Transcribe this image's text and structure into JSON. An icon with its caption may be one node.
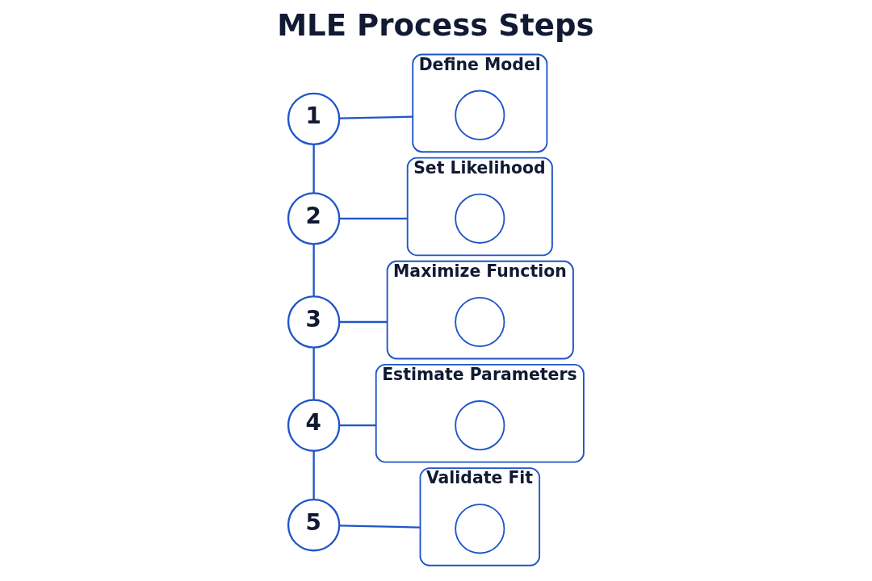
{
  "diagram": {
    "title": "MLE Process Steps",
    "nodes": [
      {
        "text": [
          "1"
        ]
      },
      {
        "text": [
          "Define Model"
        ]
      },
      {
        "text": [],
        "shape": "circle",
        "in": 1
      },
      {
        "text": [
          "2"
        ]
      },
      {
        "text": [
          "Set Likelihood"
        ]
      },
      {
        "text": [],
        "shape": "circle",
        "in": 4
      },
      {
        "text": [
          "3"
        ]
      },
      {
        "text": [
          "Maximize Function"
        ]
      },
      {
        "text": [],
        "shape": "circle",
        "in": 7
      },
      {
        "text": [
          "4"
        ]
      },
      {
        "text": [
          "Estimate Parameters"
        ]
      },
      {
        "text": [],
        "shape": "circle",
        "in": 10
      },
      {
        "text": [
          "5"
        ]
      },
      {
        "text": [
          "Validate Fit"
        ]
      },
      {
        "text": [],
        "shape": "circle",
        "in": 13
      }
    ],
    "edges": [
      {
        "from": 0,
        "to": 1,
        "arrow": "none"
      },
      {
        "from": 3,
        "to": 4,
        "arrow": "none"
      },
      {
        "from": 6,
        "to": 7,
        "arrow": "none"
      },
      {
        "from": 9,
        "to": 10,
        "arrow": "none"
      },
      {
        "from": 12,
        "to": 13,
        "arrow": "none"
      },
      {
        "from": 0,
        "to": 3,
        "arrow": "none"
      },
      {
        "from": 3,
        "to": 6,
        "arrow": "none"
      },
      {
        "from": 6,
        "to": 9,
        "arrow": "none"
      },
      {
        "from": 9,
        "to": 12,
        "arrow": "none"
      }
    ]
  }
}
